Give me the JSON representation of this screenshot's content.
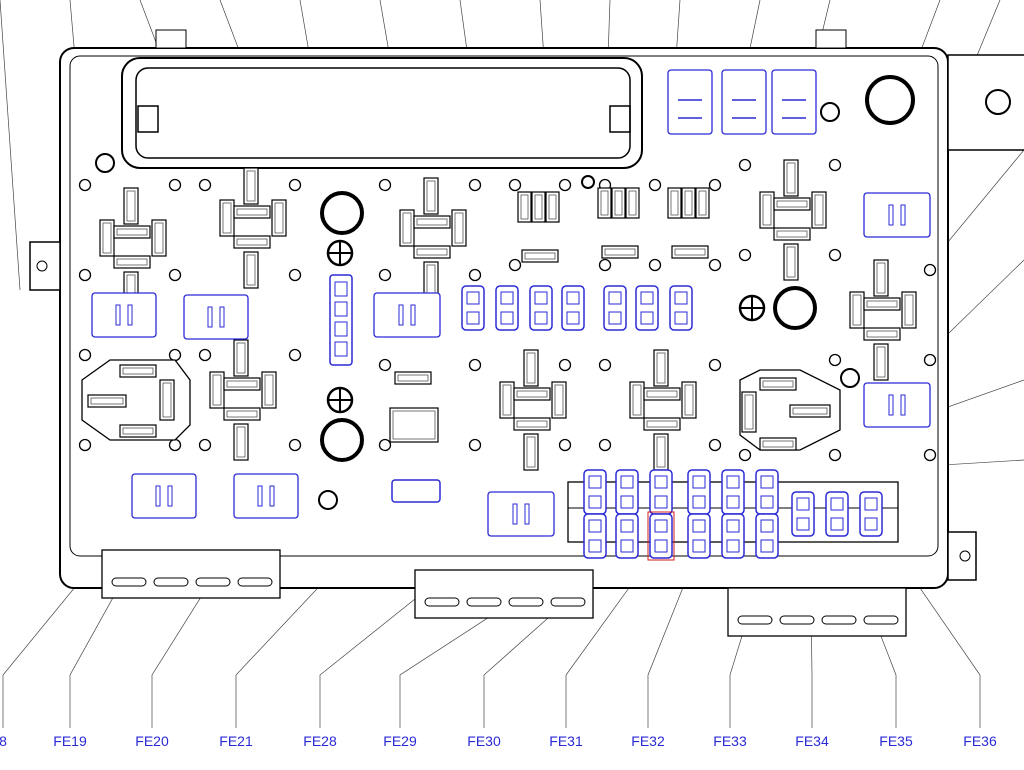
{
  "diagram": {
    "callout_labels": [
      "8",
      "FE19",
      "FE20",
      "FE21",
      "FE28",
      "FE29",
      "FE30",
      "FE31",
      "FE32",
      "FE33",
      "FE34",
      "FE35",
      "FE36"
    ],
    "colors": {
      "outline": "#000000",
      "fuse": "#2a2ad6",
      "highlight": "#d02020",
      "leader": "#444444"
    }
  }
}
